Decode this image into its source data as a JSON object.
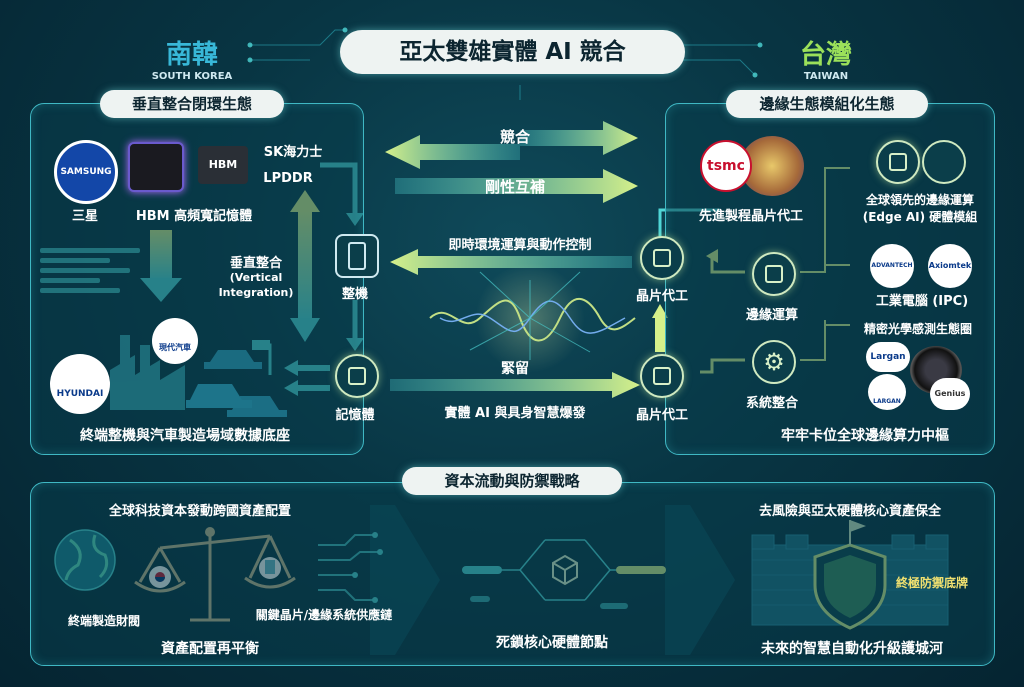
{
  "header": {
    "title": "亞太雙雄實體 AI 競合",
    "left_country": {
      "name": "南韓",
      "en": "SOUTH KOREA"
    },
    "right_country": {
      "name": "台灣",
      "en": "TAIWAN"
    }
  },
  "left_panel": {
    "title": "垂直整合閉環生態",
    "samsung_logo": "SAMSUNG",
    "samsung_label": "三星",
    "hbm_chip_text": "HBM",
    "hbm_label": "HBM 高頻寬記憶體",
    "sk_label": "SK海力士",
    "lpddr_label": "LPDDR",
    "vertical_label_zh": "垂直整合",
    "vertical_label_en_1": "(Vertical",
    "vertical_label_en_2": "Integration)",
    "system_label": "整機",
    "memory_label": "記憶體",
    "hyundai_badge": "現代汽車",
    "hyundai_logo": "HYUNDAI",
    "bottom_label": "終端整機與汽車製造場域數據底座"
  },
  "middle": {
    "arrow_compete": "競合",
    "arrow_complement": "剛性互補",
    "arrow_realtime": "即時環境運算與動作控制",
    "arrow_lock": "緊留",
    "arrow_explosion": "實體 AI 與具身智慧爆發"
  },
  "right_panel": {
    "title": "邊緣生態模組化生態",
    "tsmc_logo": "tsmc",
    "tsmc_label": "先進製程晶片代工",
    "foundry_top_label": "晶片代工",
    "foundry_bottom_label": "晶片代工",
    "edge_label": "邊緣運算",
    "system_integration_label": "系統整合",
    "edge_ai_label_1": "全球領先的邊緣運算",
    "edge_ai_label_2": "(Edge AI) 硬體模組",
    "advantech_logo": "ADVANTECH",
    "axiomtek_logo": "Axiomtek",
    "ipc_label": "工業電腦 (IPC)",
    "optics_label": "精密光學感測生態圈",
    "largan_logo": "Largan",
    "largan_logo_2": "LARGAN",
    "genius_logo": "Genius",
    "bottom_label": "牢牢卡位全球邊緣算力中樞"
  },
  "bottom_panel": {
    "title": "資本流動與防禦戰略",
    "left_title": "全球科技資本發動跨國資產配置",
    "chaebol_label": "終端製造財閥",
    "chips_supply_label": "關鍵晶片/邊緣系統供應鏈",
    "rebalance_label": "資產配置再平衡",
    "deadlock_label": "死鎖核心硬體節點",
    "right_title": "去風險與亞太硬體核心資產保全",
    "shield_label": "終極防禦底牌",
    "moat_label": "未來的智慧自動化升級護城河"
  },
  "colors": {
    "panel_border": "#3fb8c4",
    "arrow_green": "#b9e27a",
    "arrow_cyan": "#4fd6d6",
    "korea_accent": "#38b8d8",
    "taiwan_accent": "#9be05a"
  }
}
